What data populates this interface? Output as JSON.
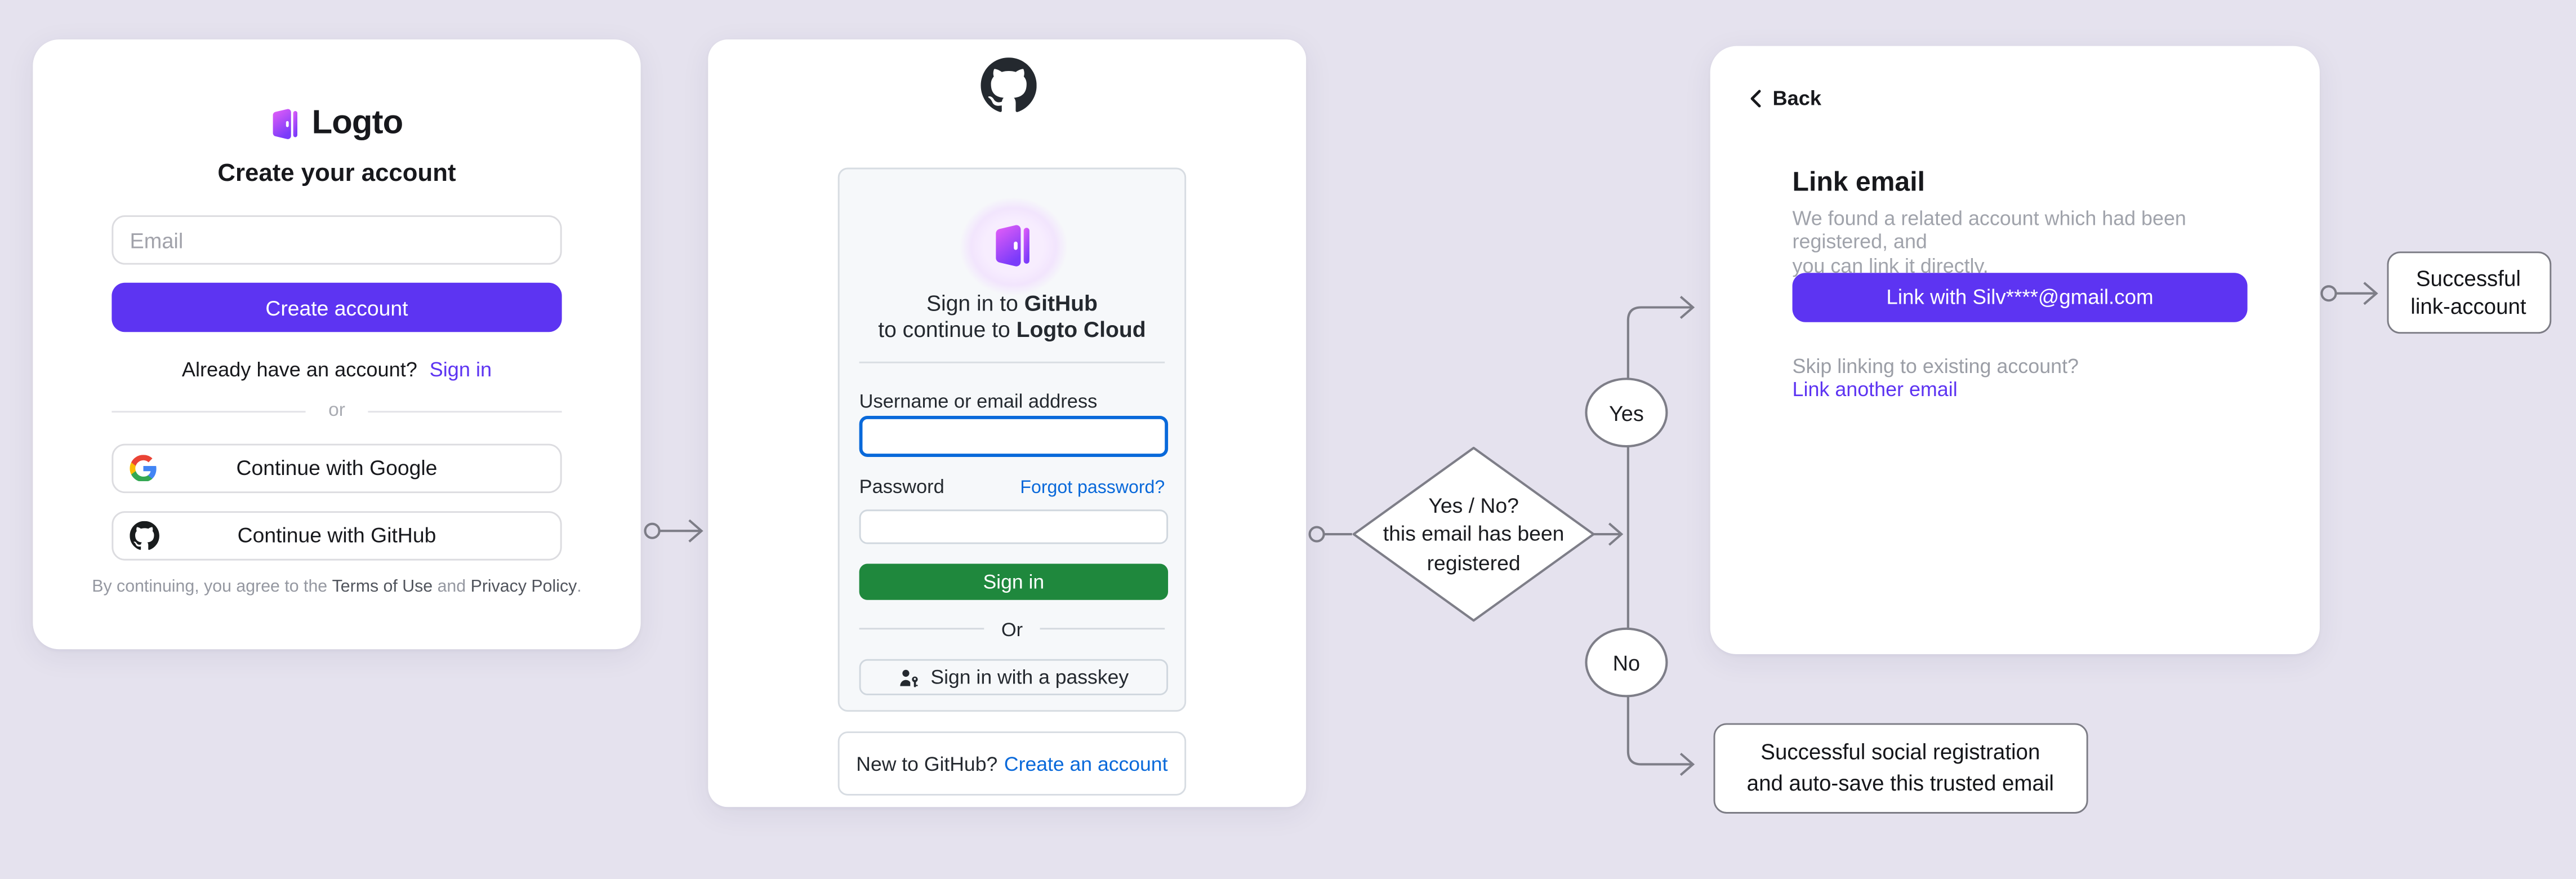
{
  "logto_card": {
    "brand": "Logto",
    "title": "Create your account",
    "email_placeholder": "Email",
    "create_button": "Create account",
    "signin_prompt": "Already have an account?",
    "signin_link": "Sign in",
    "divider": "or",
    "google_button": "Continue with Google",
    "github_button": "Continue with GitHub",
    "terms_prefix": "By continuing, you agree to the ",
    "terms_link": "Terms of Use",
    "terms_middle": " and ",
    "privacy_link": "Privacy Policy",
    "terms_suffix": "."
  },
  "github_card": {
    "signin_line1_prefix": "Sign in to ",
    "signin_line1_bold": "GitHub",
    "signin_line2_prefix": "to continue to ",
    "signin_line2_bold": "Logto Cloud",
    "username_label": "Username or email address",
    "password_label": "Password",
    "forgot_link": "Forgot password?",
    "signin_button": "Sign in",
    "divider": "Or",
    "passkey_button": "Sign in with a passkey",
    "footer_prompt": "New to GitHub?",
    "footer_link": "Create an account"
  },
  "link_card": {
    "back": "Back",
    "title": "Link email",
    "description_line1": "We found a related account which had been registered, and",
    "description_line2": "you can link it directly.",
    "link_button": "Link with Silv****@gmail.com",
    "skip_prompt": "Skip linking to existing account?",
    "skip_link": "Link another email"
  },
  "flow": {
    "decision_line1": "Yes / No?",
    "decision_line2": "this email has been",
    "decision_line3": "registered",
    "yes_label": "Yes",
    "no_label": "No",
    "link_outcome": "Successful link-account",
    "social_outcome_line1": "Successful social registration",
    "social_outcome_line2": "and auto-save this trusted email"
  },
  "colors": {
    "background": "#e5e2ee",
    "accent_purple": "#5d34f2",
    "github_green": "#1f883d",
    "github_blue": "#0969da",
    "flow_stroke": "#7e7e88",
    "logo_gradient_start": "#e75ff7",
    "logo_gradient_end": "#7a3bfa"
  }
}
